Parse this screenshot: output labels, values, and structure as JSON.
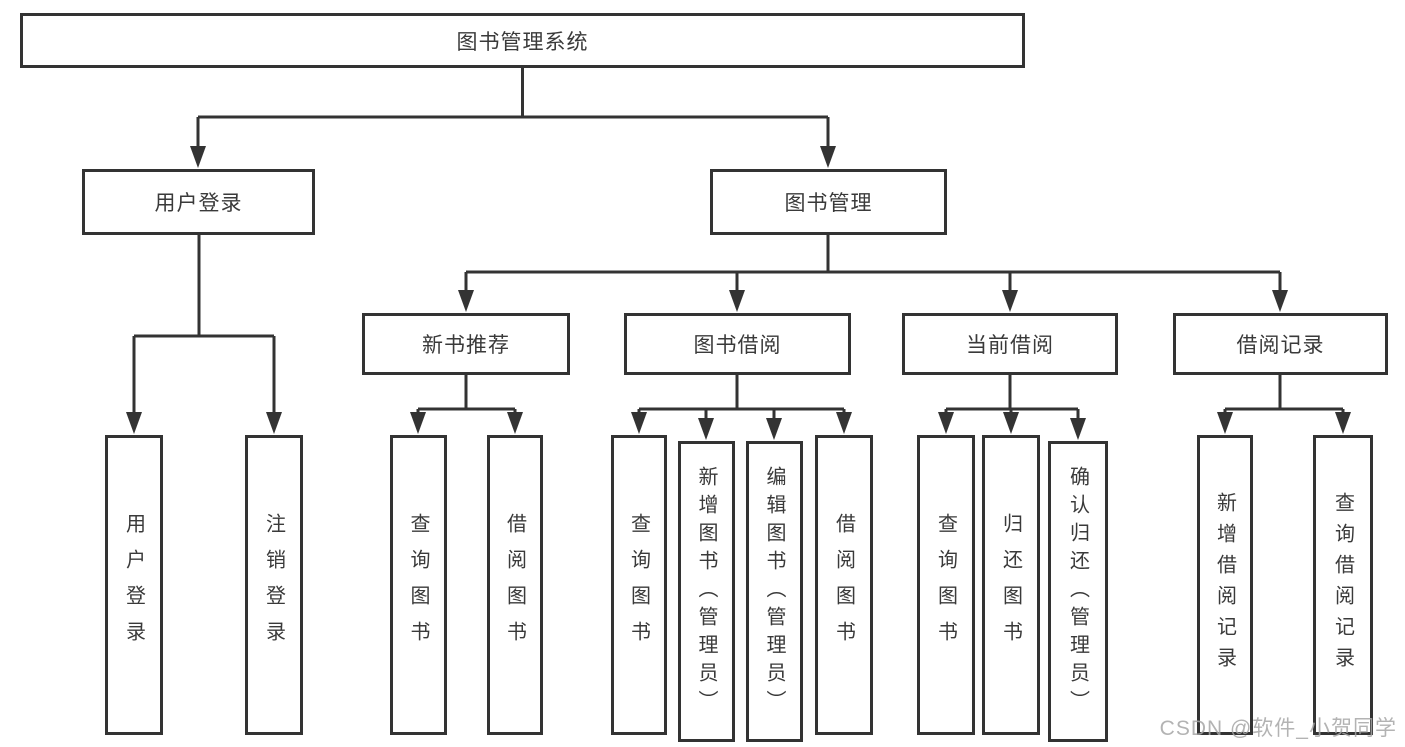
{
  "diagram": {
    "title": "图书管理系统",
    "root": {
      "label": "图书管理系统"
    },
    "level2": [
      {
        "id": "user-login",
        "label": "用户登录"
      },
      {
        "id": "book-management",
        "label": "图书管理"
      }
    ],
    "level3": [
      {
        "id": "new-book-recommend",
        "label": "新书推荐"
      },
      {
        "id": "book-borrow",
        "label": "图书借阅"
      },
      {
        "id": "current-borrow",
        "label": "当前借阅"
      },
      {
        "id": "borrow-records",
        "label": "借阅记录"
      }
    ],
    "leaves": [
      {
        "id": "user-login-leaf",
        "parent": "user-login",
        "label": "用户登录"
      },
      {
        "id": "logout",
        "parent": "user-login",
        "label": "注销登录"
      },
      {
        "id": "query-book-1",
        "parent": "new-book-recommend",
        "label": "查询图书"
      },
      {
        "id": "borrow-book-1",
        "parent": "new-book-recommend",
        "label": "借阅图书"
      },
      {
        "id": "query-book-2",
        "parent": "book-borrow",
        "label": "查询图书"
      },
      {
        "id": "add-book-admin",
        "parent": "book-borrow",
        "label": "新增图书（管理员）"
      },
      {
        "id": "edit-book-admin",
        "parent": "book-borrow",
        "label": "编辑图书（管理员）"
      },
      {
        "id": "borrow-book-2",
        "parent": "book-borrow",
        "label": "借阅图书"
      },
      {
        "id": "query-book-3",
        "parent": "current-borrow",
        "label": "查询图书"
      },
      {
        "id": "return-book",
        "parent": "current-borrow",
        "label": "归还图书"
      },
      {
        "id": "confirm-return-admin",
        "parent": "current-borrow",
        "label": "确认归还（管理员）"
      },
      {
        "id": "add-borrow-record",
        "parent": "borrow-records",
        "label": "新增借阅记录"
      },
      {
        "id": "query-borrow-record",
        "parent": "borrow-records",
        "label": "查询借阅记录"
      }
    ]
  },
  "watermark": {
    "text": "CSDN @软件_小贺同学"
  },
  "colors": {
    "line": "#333333",
    "text": "#3a3a3a",
    "background": "#ffffff",
    "watermark": "#a6a6a6"
  }
}
